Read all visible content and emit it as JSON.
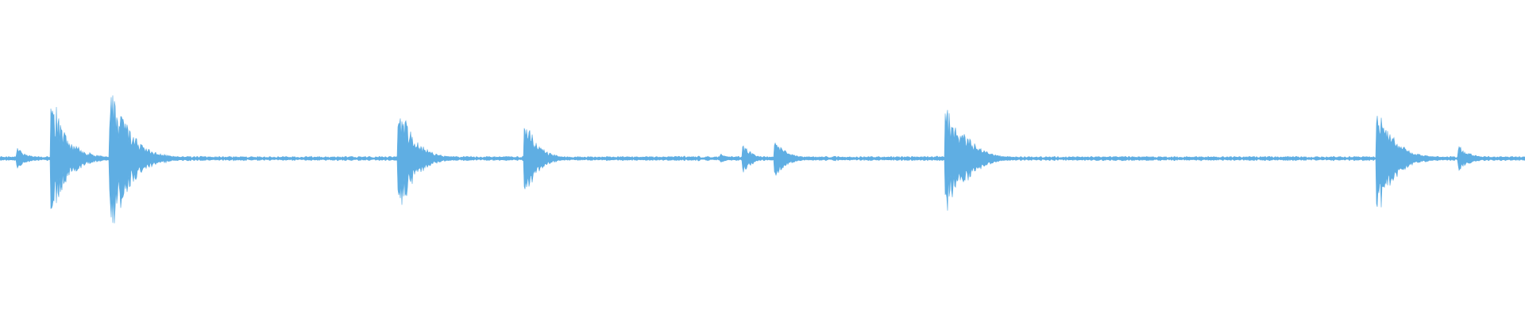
{
  "waveform": {
    "color": "#5faee3",
    "background": "#ffffff",
    "duration_fraction_transients": [
      {
        "t": 0.0115,
        "amp": 0.1,
        "decay": 0.006,
        "jitter": 0.5
      },
      {
        "t": 0.034,
        "amp": 0.55,
        "decay": 0.01,
        "jitter": 0.6
      },
      {
        "t": 0.049,
        "amp": 0.14,
        "decay": 0.004,
        "jitter": 0.6
      },
      {
        "t": 0.0725,
        "amp": 0.68,
        "decay": 0.012,
        "jitter": 0.6
      },
      {
        "t": 0.079,
        "amp": 0.4,
        "decay": 0.01,
        "jitter": 0.6
      },
      {
        "t": 0.2615,
        "amp": 0.48,
        "decay": 0.01,
        "jitter": 0.5
      },
      {
        "t": 0.3445,
        "amp": 0.34,
        "decay": 0.008,
        "jitter": 0.5
      },
      {
        "t": 0.473,
        "amp": 0.04,
        "decay": 0.004,
        "jitter": 0.5
      },
      {
        "t": 0.4875,
        "amp": 0.12,
        "decay": 0.006,
        "jitter": 0.5
      },
      {
        "t": 0.5085,
        "amp": 0.18,
        "decay": 0.007,
        "jitter": 0.5
      },
      {
        "t": 0.6205,
        "amp": 0.47,
        "decay": 0.012,
        "jitter": 0.6
      },
      {
        "t": 0.631,
        "amp": 0.28,
        "decay": 0.01,
        "jitter": 0.6
      },
      {
        "t": 0.903,
        "amp": 0.48,
        "decay": 0.011,
        "jitter": 0.5
      },
      {
        "t": 0.957,
        "amp": 0.1,
        "decay": 0.008,
        "jitter": 0.5
      }
    ],
    "noise_floor": 0.012
  }
}
